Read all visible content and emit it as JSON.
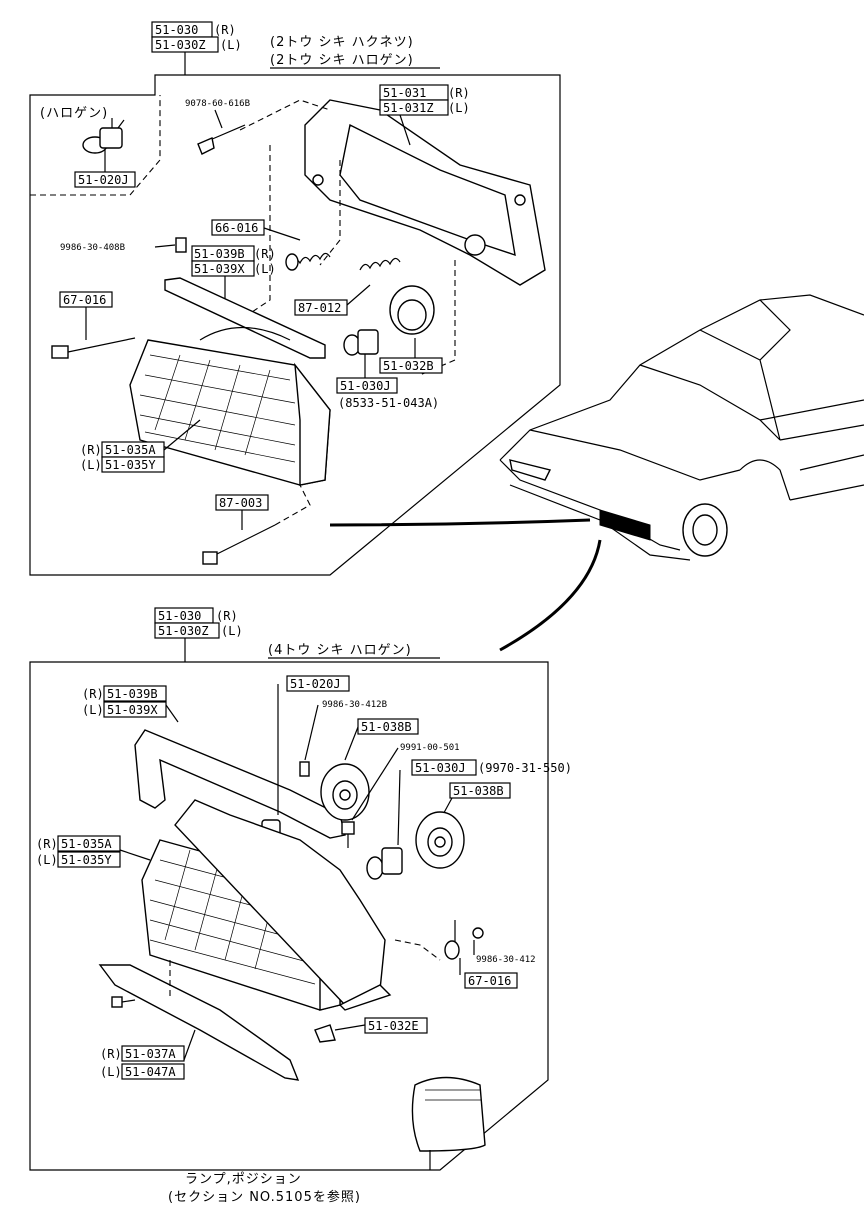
{
  "top_group": {
    "code_r": "51-030",
    "code_r_suffix": "(R)",
    "code_l": "51-030Z",
    "code_l_suffix": "(L)",
    "title_line1": "(2トウ シキ ハクネツ)",
    "title_line2": "(2トウ シキ ハロゲン)",
    "halogen_inset_title": "(ハロゲン)",
    "labels": {
      "bulb_halogen": "51-020J",
      "bolt_top": "9078-60-616B",
      "bracket_r": "51-031",
      "bracket_r_side": "(R)",
      "bracket_l": "51-031Z",
      "bracket_l_side": "(L)",
      "spring_a": "66-016",
      "screw_small": "9986-30-408B",
      "rim_r": "51-039B",
      "rim_r_side": "(R)",
      "rim_l": "51-039X",
      "rim_l_side": "(L)",
      "adjust_screw": "67-016",
      "spring_b": "87-012",
      "socket": "51-032B",
      "bulb": "51-030J",
      "bulb_alt": "(8533-51-043A)",
      "lens_r_side": "(R)",
      "lens_r": "51-035A",
      "lens_l_side": "(L)",
      "lens_l": "51-035Y",
      "bolt_bottom": "87-003"
    }
  },
  "bottom_group": {
    "code_r": "51-030",
    "code_r_suffix": "(R)",
    "code_l": "51-030Z",
    "code_l_suffix": "(L)",
    "title": "(4トウ シキ ハロゲン)",
    "labels": {
      "rim_r_side": "(R)",
      "rim_r": "51-039B",
      "rim_l_side": "(L)",
      "rim_l": "51-039X",
      "bulb_top": "51-020J",
      "screw_a": "9986-30-412B",
      "socket_a": "51-038B",
      "screw_b": "9991-00-501",
      "bulb_b": "51-030J",
      "bulb_b_alt": "(9970-31-550)",
      "socket_b": "51-038B",
      "lens_r_side": "(R)",
      "lens_r": "51-035A",
      "lens_l_side": "(L)",
      "lens_l": "51-035Y",
      "screw_c": "9986-30-412",
      "adjust": "67-016",
      "clip": "51-032E",
      "lower_r_side": "(R)",
      "lower_r": "51-037A",
      "lower_l_side": "(L)",
      "lower_l": "51-047A"
    }
  },
  "footer": {
    "line1": "ランプ,ポジション",
    "line2": "(セクション NO.5105を参照)"
  }
}
